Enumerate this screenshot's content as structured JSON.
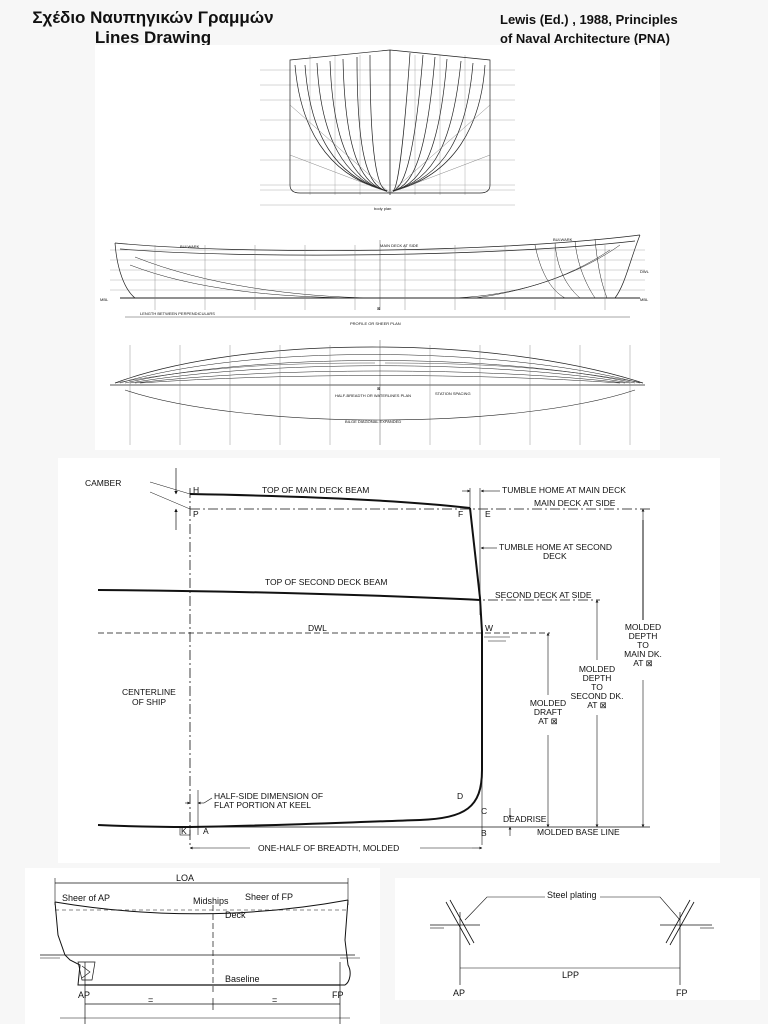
{
  "header": {
    "title_line1": "Σχέδιο Ναυπηγικών Γραμμών",
    "title_line2": "Lines Drawing",
    "reference_line1": "Lewis (Ed.) , 1988, Principles",
    "reference_line2": "of Naval Architecture (PNA)"
  },
  "lines_plan": {
    "body_plan_caption": "body plan",
    "profile_caption": "PROFILE OR SHEER PLAN",
    "halfbreadth_caption": "HALF-BREADTH OR WATERLINES PLAN",
    "bilge_caption": "BILGE DIAGONAL EXPANDED",
    "main_deck_label": "MAIN DECK AT SIDE",
    "bulwark_label": "BULWARK",
    "dwl_label": "DWL",
    "mbl_label": "MBL",
    "lbp_label": "LENGTH BETWEEN PERPENDICULARS",
    "midships_symbol": "⊠",
    "station_spacing": "STATION SPACING"
  },
  "midsection": {
    "camber": "CAMBER",
    "top_main_deck_beam": "TOP OF MAIN DECK BEAM",
    "tumble_home_main": "TUMBLE HOME AT MAIN DECK",
    "main_deck_at_side": "MAIN DECK AT SIDE",
    "tumble_home_second_1": "TUMBLE HOME AT SECOND",
    "tumble_home_second_2": "DECK",
    "top_second_deck_beam": "TOP OF SECOND DECK BEAM",
    "second_deck_at_side": "SECOND DECK AT SIDE",
    "dwl": "DWL",
    "centerline_1": "CENTERLINE",
    "centerline_2": "OF SHIP",
    "molded_depth_main": [
      "MOLDED",
      "DEPTH",
      "TO",
      "MAIN DK.",
      "AT ⊠"
    ],
    "molded_depth_second": [
      "MOLDED",
      "DEPTH",
      "TO",
      "SECOND DK.",
      "AT ⊠"
    ],
    "molded_draft": [
      "MOLDED",
      "DRAFT",
      "AT ⊠"
    ],
    "half_side_1": "HALF-SIDE DIMENSION OF",
    "half_side_2": "FLAT PORTION AT KEEL",
    "deadrise": "DEADRISE",
    "molded_base_line": "MOLDED BASE LINE",
    "half_breadth": "ONE-HALF OF BREADTH, MOLDED",
    "points": {
      "H": "H",
      "P": "P",
      "F": "F",
      "E": "E",
      "W": "W",
      "D": "D",
      "C": "C",
      "K": "K",
      "A": "A",
      "B": "B"
    }
  },
  "profile_sketch": {
    "loa": "LOA",
    "sheer_ap": "Sheer of AP",
    "midships": "Midships",
    "sheer_fp": "Sheer of FP",
    "deck": "Deck",
    "baseline": "Baseline",
    "ap": "AP",
    "fp": "FP",
    "equal_1": "=",
    "equal_2": "="
  },
  "perpendiculars_sketch": {
    "steel_plating": "Steel plating",
    "ap": "AP",
    "fp": "FP",
    "lpp": "LPP"
  }
}
